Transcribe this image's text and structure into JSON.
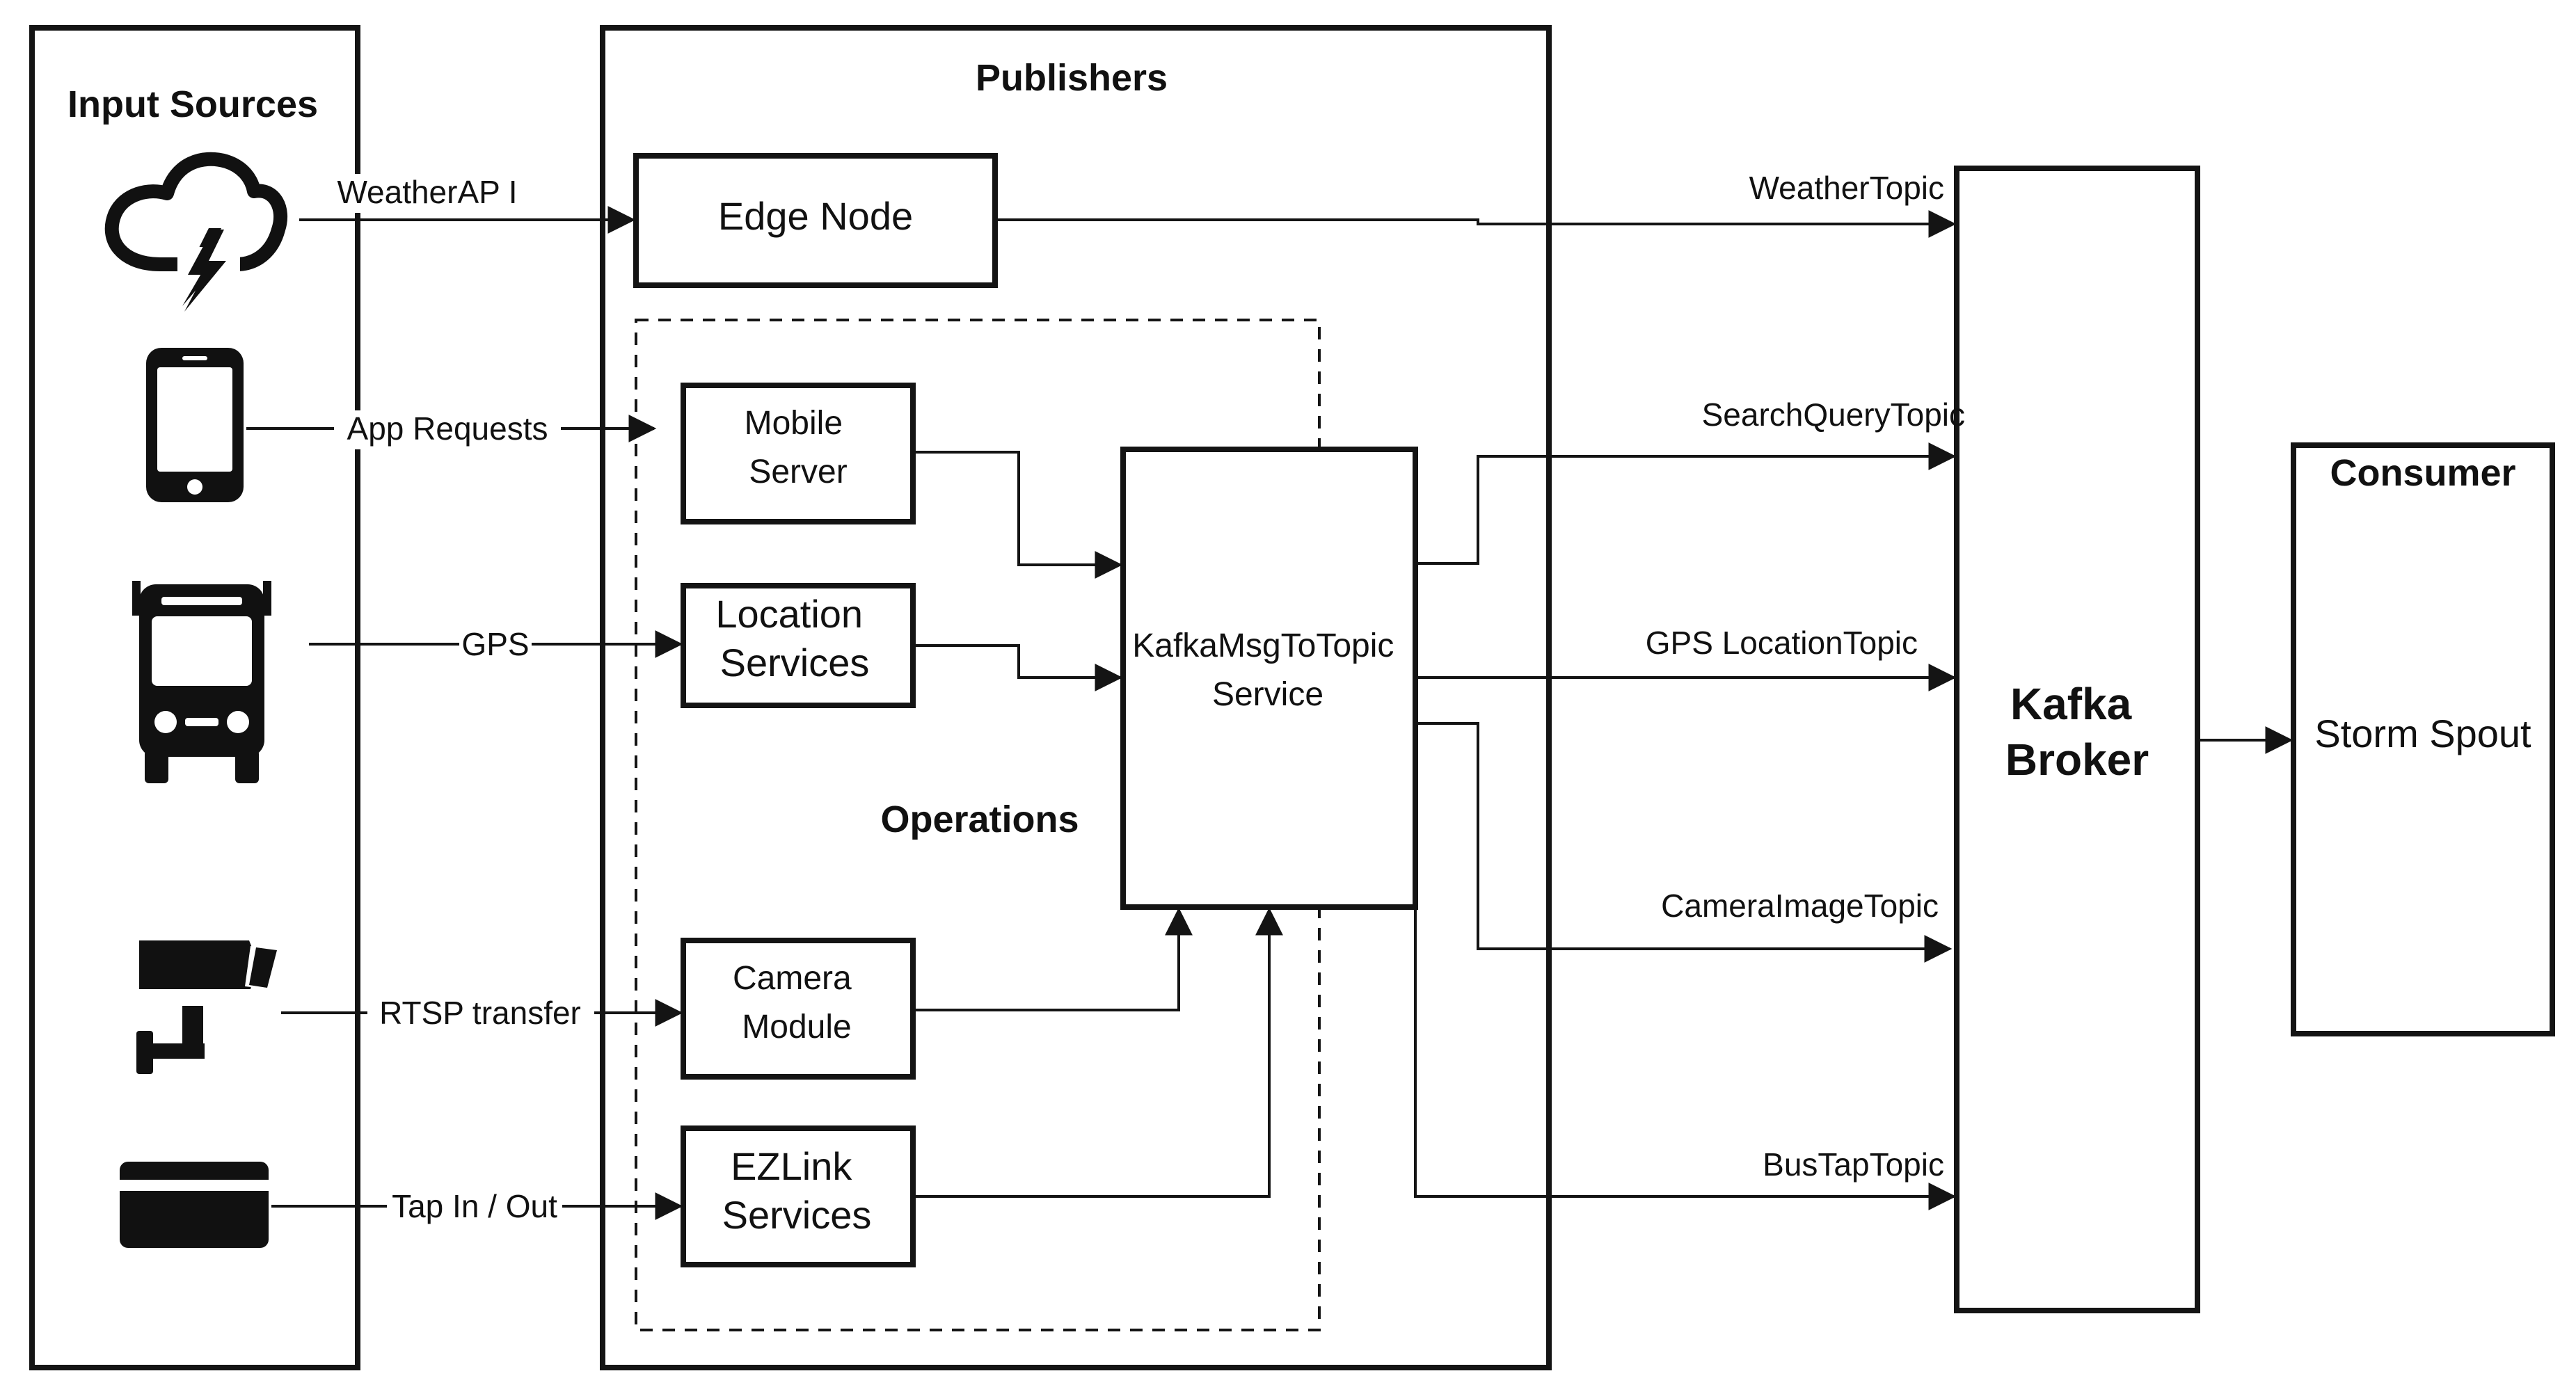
{
  "input_sources": {
    "title": "Input Sources",
    "icons": [
      "weather-cloud-lightning-icon",
      "smartphone-icon",
      "bus-icon",
      "cctv-camera-icon",
      "payment-card-icon"
    ]
  },
  "publishers": {
    "title": "Publishers",
    "edge_node": "Edge Node",
    "operations_label": "Operations",
    "mobile_server": [
      "Mobile",
      "Server"
    ],
    "location_services": [
      "Location",
      "Services"
    ],
    "camera_module": [
      "Camera",
      "Module"
    ],
    "ezlink_services": [
      "EZLink",
      "Services"
    ],
    "kafka_service": [
      "KafkaMsgToTopic",
      "Service"
    ]
  },
  "input_edges": {
    "weather": "WeatherAP I",
    "app": "App Requests",
    "gps": "GPS",
    "rtsp": "RTSP transfer",
    "tap": "Tap In / Out"
  },
  "topics": {
    "weather": "WeatherTopic",
    "search": "SearchQueryTopic",
    "gps": "GPS LocationTopic",
    "camera": "CameraImageTopic",
    "bustap": "BusTapTopic"
  },
  "broker": {
    "label": [
      "Kafka",
      "Broker"
    ]
  },
  "consumer": {
    "title": "Consumer",
    "storm_spout": "Storm Spout"
  }
}
